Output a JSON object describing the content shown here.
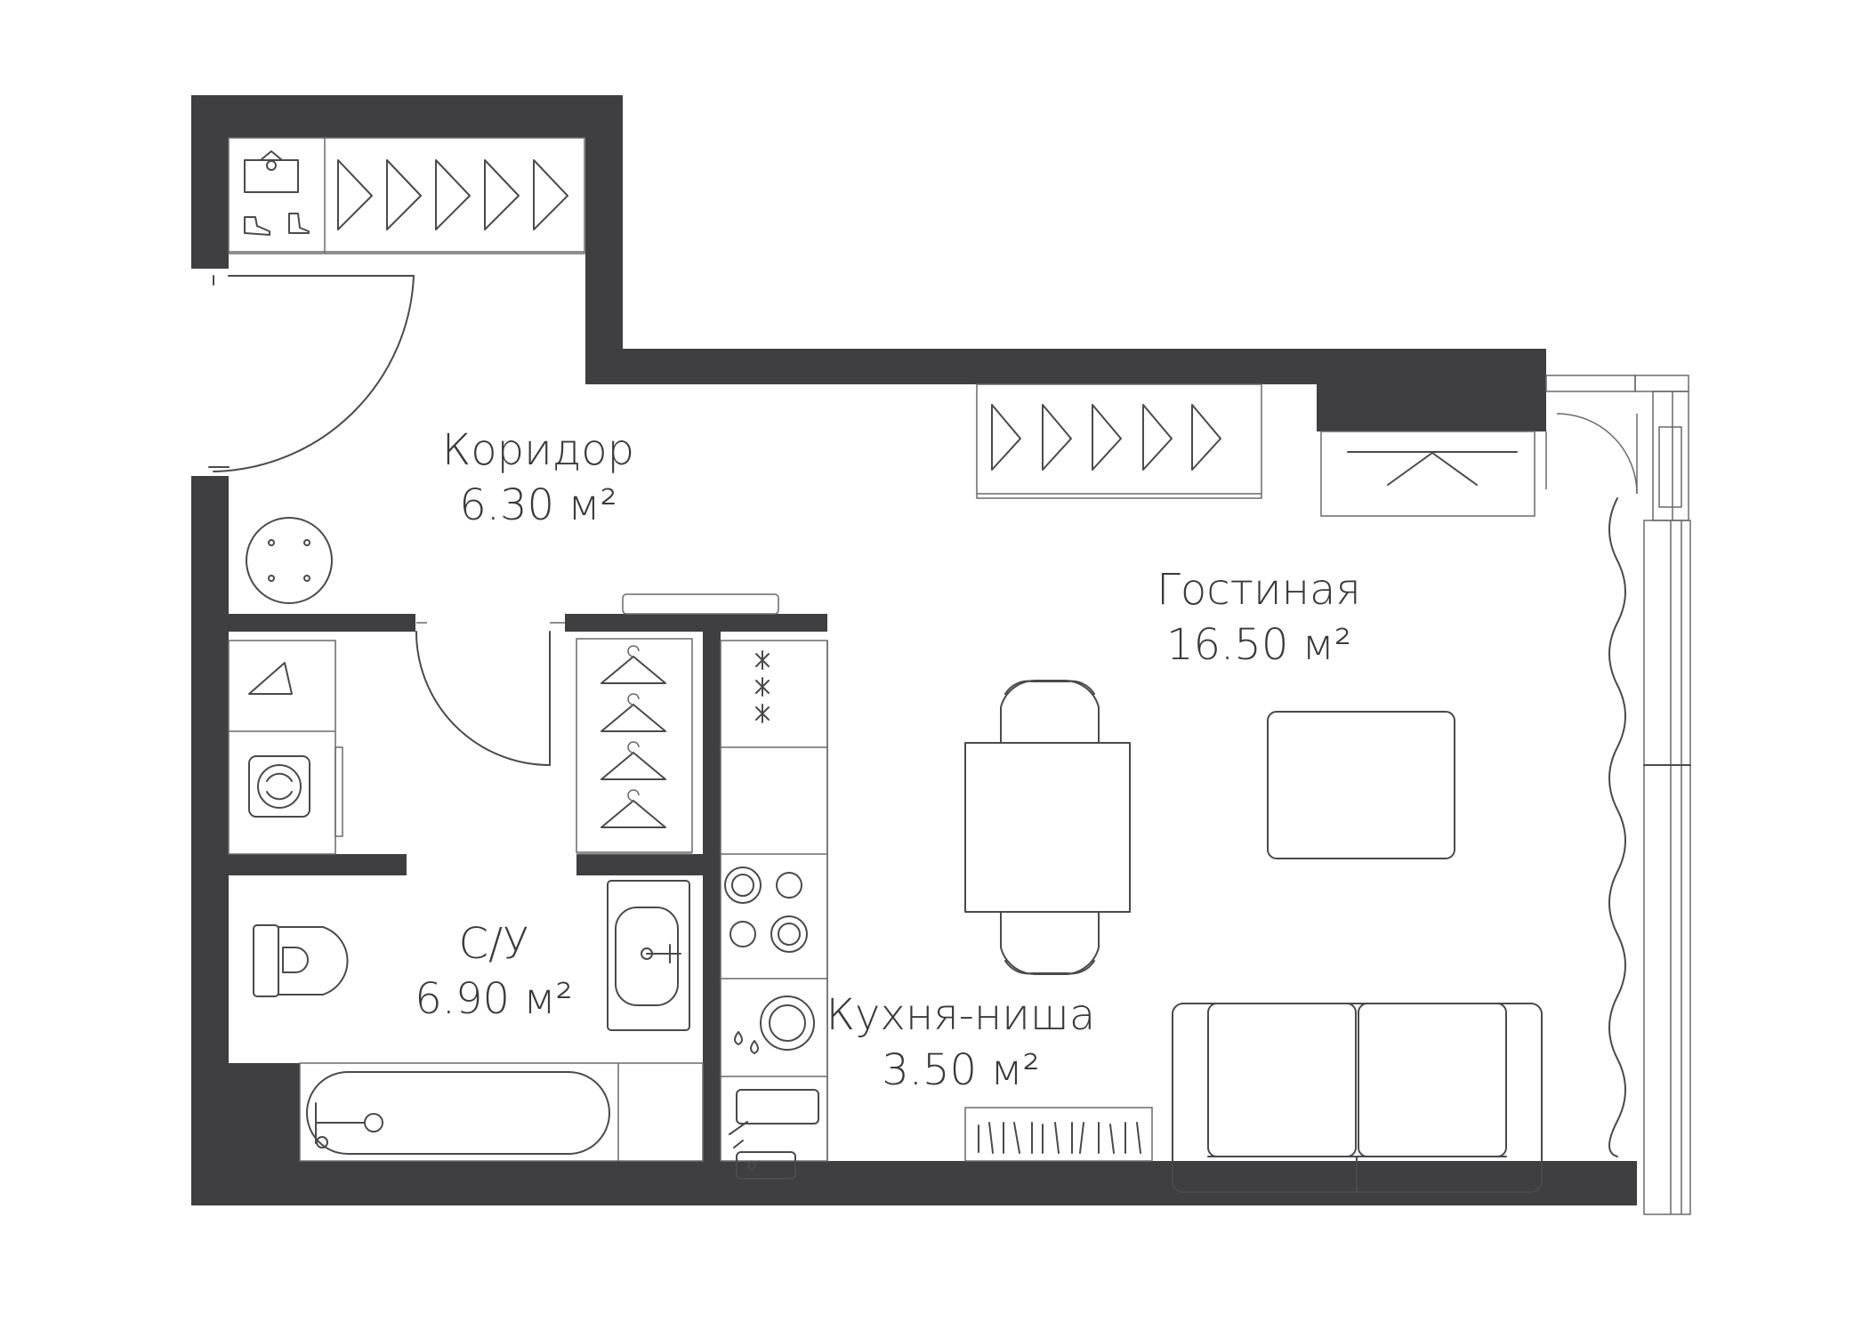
{
  "rooms": {
    "corridor": {
      "name": "Коридор",
      "area": "6.30 м²"
    },
    "living": {
      "name": "Гостиная",
      "area": "16.50 м²"
    },
    "bathroom": {
      "name": "С/У",
      "area": "6.90 м²"
    },
    "kitchen": {
      "name": "Кухня-ниша",
      "area": "3.50 м²"
    }
  },
  "colors": {
    "wall": "#3f3f41",
    "line": "#4a4a4c",
    "text": "#3a3a3c",
    "background": "#ffffff"
  }
}
